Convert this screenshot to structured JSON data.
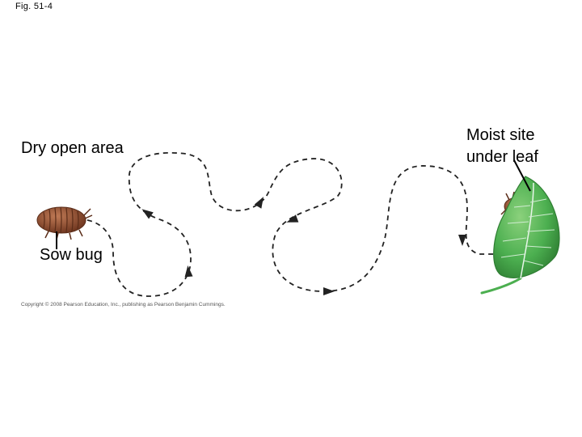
{
  "figure": {
    "label": "Fig. 51-4"
  },
  "labels": {
    "dry_area": "Dry open area",
    "sow_bug": "Sow bug",
    "moist_site": "Moist site under leaf"
  },
  "footer": {
    "copyright": "Copyright © 2008 Pearson Education, Inc., publishing as Pearson Benjamin Cummings."
  },
  "colors": {
    "path": "#222222",
    "bug_body": "#8a4a2e",
    "bug_stripe": "#5a2c18",
    "leaf_fill": "#4caf50",
    "leaf_dark": "#2e7d32",
    "leaf_vein": "#e8f5e9"
  }
}
